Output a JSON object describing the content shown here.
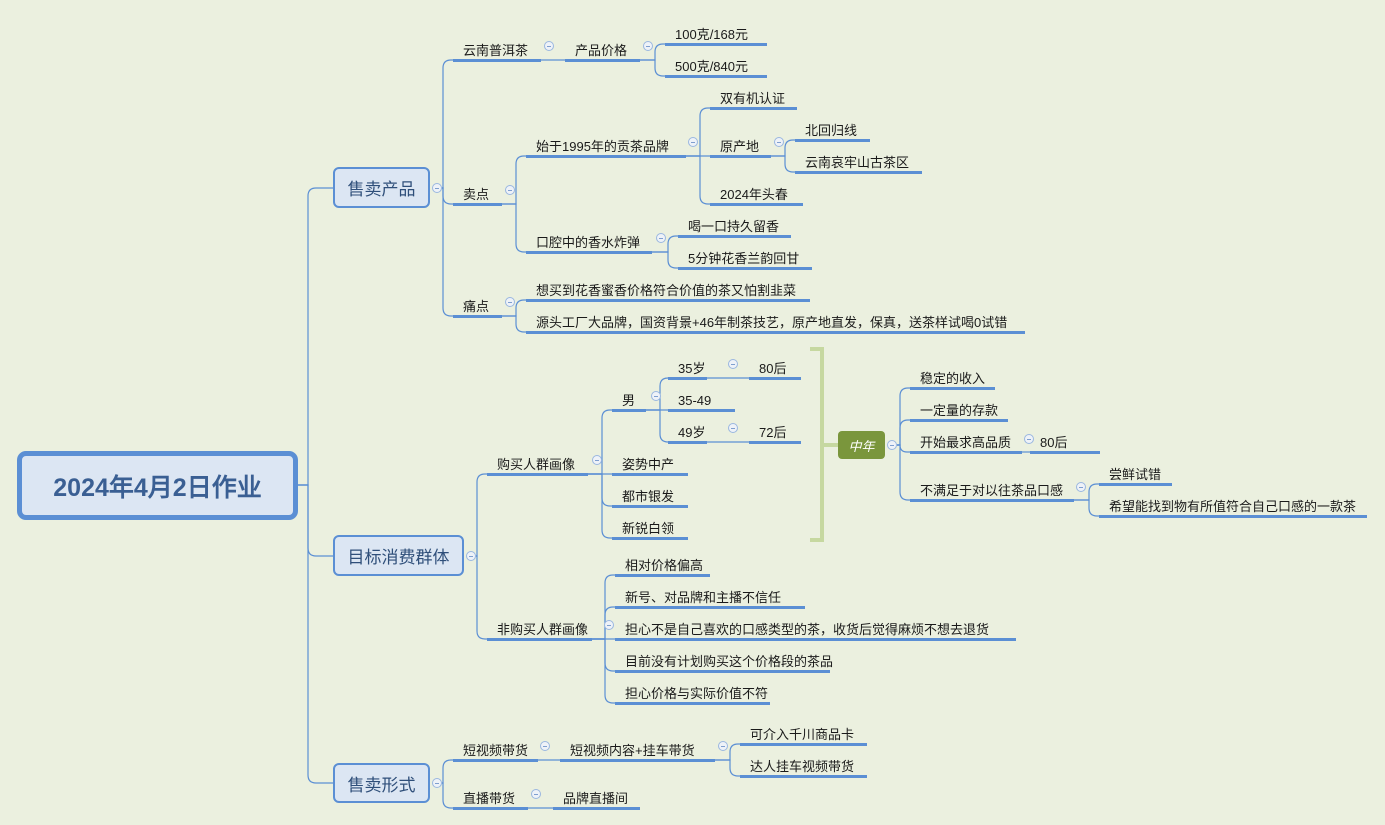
{
  "root": "2024年4月2日作业",
  "product": {
    "label": "售卖产品",
    "yunnan": "云南普洱茶",
    "price_label": "产品价格",
    "prices": [
      "100克/168元",
      "500克/840元"
    ],
    "selling_points": "卖点",
    "sp1": "始于1995年的贡茶品牌",
    "sp1_children": [
      "双有机认证",
      "原产地",
      "2024年头春"
    ],
    "origin": [
      "北回归线",
      "云南哀牢山古茶区"
    ],
    "sp2": "口腔中的香水炸弹",
    "sp2_children": [
      "喝一口持久留香",
      "5分钟花香兰韵回甘"
    ],
    "pain_label": "痛点",
    "pain": [
      "想买到花香蜜香价格符合价值的茶又怕割韭菜",
      "源头工厂大品牌，国资背景+46年制茶技艺，原产地直发，保真，送茶样试喝0试错"
    ]
  },
  "target": {
    "label": "目标消费群体",
    "buyers": "购买人群画像",
    "male": "男",
    "ages": [
      "35岁",
      "35-49",
      "49岁"
    ],
    "gens": [
      "80后",
      "72后"
    ],
    "groups": [
      "姿势中产",
      "都市银发",
      "新锐白领"
    ],
    "summary": {
      "label": "中年",
      "items": [
        "稳定的收入",
        "一定量的存款",
        "开始最求高品质",
        "不满足于对以往茶品口感"
      ],
      "quality_gen": "80后",
      "taste": [
        "尝鲜试错",
        "希望能找到物有所值符合自己口感的一款茶"
      ]
    },
    "non_buyers": "非购买人群画像",
    "non_buyer_reasons": [
      "相对价格偏高",
      "新号、对品牌和主播不信任",
      "担心不是自己喜欢的口感类型的茶，收货后觉得麻烦不想去退货",
      "目前没有计划购买这个价格段的茶品",
      "担心价格与实际价值不符"
    ]
  },
  "channel": {
    "label": "售卖形式",
    "short_video": "短视频带货",
    "short_video_mode": "短视频内容+挂车带货",
    "short_video_children": [
      "可介入千川商品卡",
      "达人挂车视频带货"
    ],
    "live": "直播带货",
    "live_mode": "品牌直播间"
  },
  "colors": {
    "background": "#ebf0df",
    "line": "#5b8fd4",
    "summary": "#7a963c",
    "bracket": "#c6d8a0"
  }
}
